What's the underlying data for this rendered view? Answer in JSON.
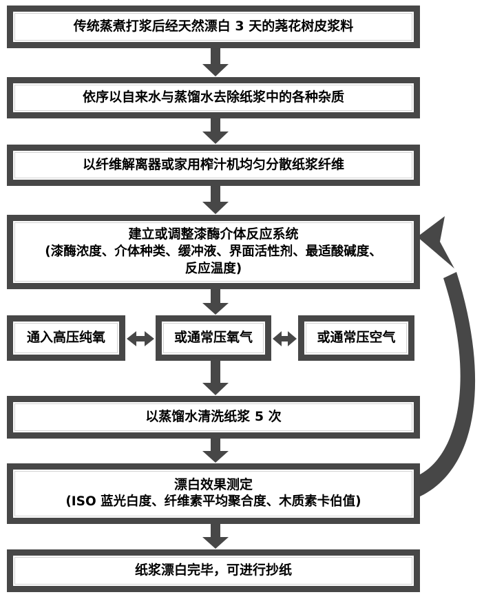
{
  "diagram": {
    "type": "flowchart",
    "language": "zh",
    "colors": {
      "ink": "#474747",
      "box_fill": "#ffffff",
      "text": "#000000",
      "background": "#ffffff"
    },
    "boxes": {
      "pulp_source": {
        "text": "传统蒸煮打浆后经天然漂白 3 天的荛花树皮浆料"
      },
      "wash_impurities": {
        "text": "依序以自来水与蒸馏水去除纸浆中的各种杂质"
      },
      "disperse_fibers": {
        "text": "以纤维解离器或家用榨汁机均匀分散纸浆纤维"
      },
      "laccase_system": {
        "line1": "建立或调整漆酶介体反应系统",
        "line2": "(漆酶浓度、介体种类、缓冲液、界面活性剂、最适酸碱度、",
        "line3": "反应温度)"
      },
      "oxygen_high_pressure": {
        "text": "通入高压纯氧"
      },
      "oxygen_normal_pressure": {
        "text": "或通常压氧气"
      },
      "air_normal_pressure": {
        "text": "或通常压空气"
      },
      "wash_pulp": {
        "text": "以蒸馏水清洗纸浆 5 次"
      },
      "bleach_measurement": {
        "line1": "漂白效果测定",
        "line2": "(ISO 蓝光白度、纤维素平均聚合度、木质素卡伯值)"
      },
      "bleach_done": {
        "text": "纸浆漂白完毕，可进行抄纸"
      }
    },
    "connections": [
      {
        "from": "pulp_source",
        "to": "wash_impurities",
        "style": "down-arrow"
      },
      {
        "from": "wash_impurities",
        "to": "disperse_fibers",
        "style": "down-arrow"
      },
      {
        "from": "disperse_fibers",
        "to": "laccase_system",
        "style": "down-arrow"
      },
      {
        "from": "laccase_system",
        "to": "oxygen_normal_pressure",
        "style": "down-arrow"
      },
      {
        "from": "oxygen_high_pressure",
        "to": "oxygen_normal_pressure",
        "style": "double-arrow"
      },
      {
        "from": "oxygen_normal_pressure",
        "to": "air_normal_pressure",
        "style": "double-arrow"
      },
      {
        "from": "oxygen_normal_pressure",
        "to": "wash_pulp",
        "style": "down-arrow"
      },
      {
        "from": "wash_pulp",
        "to": "bleach_measurement",
        "style": "down-arrow"
      },
      {
        "from": "bleach_measurement",
        "to": "bleach_done",
        "style": "down-arrow"
      },
      {
        "from": "bleach_measurement",
        "to": "laccase_system",
        "style": "curved-feedback-arrow"
      }
    ]
  }
}
